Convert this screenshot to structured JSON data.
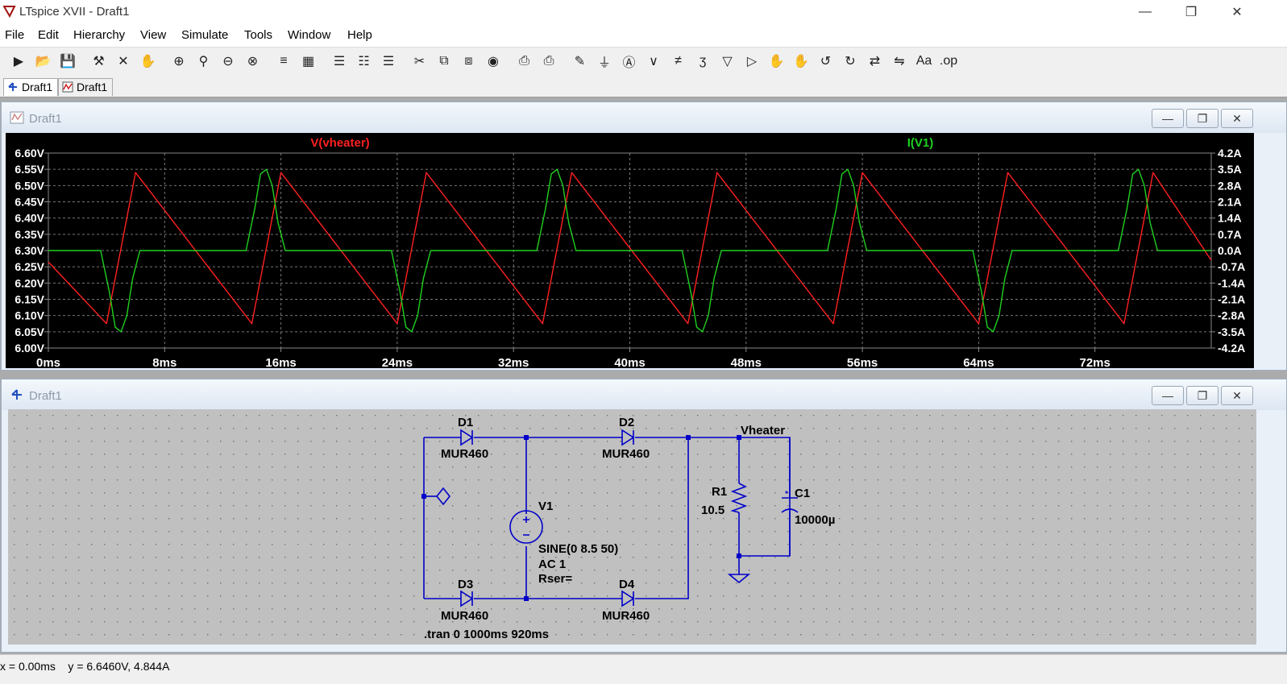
{
  "window": {
    "title": "LTspice XVII - Draft1",
    "minimize": "—",
    "restore": "❐",
    "close": "✕"
  },
  "menu": [
    "File",
    "Edit",
    "Hierarchy",
    "View",
    "Simulate",
    "Tools",
    "Window",
    "Help"
  ],
  "toolbar_icons": [
    "run-icon",
    "open-icon",
    "save-icon",
    "control-panel-icon",
    "halt-icon",
    "pan-icon",
    "zoom-in-icon",
    "zoom-area-icon",
    "zoom-out-icon",
    "zoom-cancel-icon",
    "autorange-icon",
    "grid-icon",
    "tile-horizontal-icon",
    "cascade-icon",
    "tile-vertical-icon",
    "cut-icon",
    "copy-icon",
    "paste-icon",
    "find-icon",
    "print-preview-icon",
    "print-icon",
    "wire-icon",
    "ground-icon",
    "label-net-icon",
    "resistor-icon",
    "capacitor-icon",
    "inductor-icon",
    "diode-icon",
    "component-icon",
    "move-icon",
    "drag-icon",
    "undo-icon",
    "redo-icon",
    "rotate-icon",
    "mirror-icon",
    "text-icon",
    "spice-directive-icon"
  ],
  "tabs": [
    {
      "label": "Draft1",
      "icon": "schematic-icon"
    },
    {
      "label": "Draft1",
      "icon": "waveform-icon"
    }
  ],
  "plot_window": {
    "title": "Draft1"
  },
  "schematic_window": {
    "title": "Draft1"
  },
  "chart_data": {
    "type": "line",
    "xlim": [
      0,
      80
    ],
    "x_unit": "ms",
    "x_ticks": [
      "0ms",
      "8ms",
      "16ms",
      "24ms",
      "32ms",
      "40ms",
      "48ms",
      "56ms",
      "64ms",
      "72ms"
    ],
    "left_axis": {
      "ylim": [
        6.0,
        6.6
      ],
      "ticks": [
        "6.60V",
        "6.55V",
        "6.50V",
        "6.45V",
        "6.40V",
        "6.35V",
        "6.30V",
        "6.25V",
        "6.20V",
        "6.15V",
        "6.10V",
        "6.05V",
        "6.00V"
      ]
    },
    "right_axis": {
      "ylim": [
        -4.2,
        4.2
      ],
      "ticks": [
        "4.2A",
        "3.5A",
        "2.8A",
        "2.1A",
        "1.4A",
        "0.7A",
        "0.0A",
        "-0.7A",
        "-1.4A",
        "-2.1A",
        "-2.8A",
        "-3.5A",
        "-4.2A"
      ]
    },
    "grid": true,
    "series": [
      {
        "name": "V(vheater)",
        "color": "#ff2020",
        "axis": "left",
        "x": [
          0,
          4.0,
          6.0,
          14.0,
          16.0,
          24.0,
          26.0,
          34.0,
          36.0,
          44.0,
          46.0,
          54.0,
          56.0,
          64.0,
          66.0,
          74.0,
          76.0,
          80.0
        ],
        "y": [
          6.265,
          6.075,
          6.54,
          6.075,
          6.54,
          6.075,
          6.54,
          6.075,
          6.54,
          6.075,
          6.54,
          6.075,
          6.54,
          6.075,
          6.54,
          6.075,
          6.54,
          6.27
        ]
      },
      {
        "name": "I(V1)",
        "color": "#20d020",
        "axis": "right",
        "x": [
          0,
          3.6,
          4.2,
          4.6,
          5.0,
          5.4,
          5.8,
          6.3,
          13.6,
          14.2,
          14.6,
          15.0,
          15.4,
          15.8,
          16.3,
          23.6,
          24.2,
          24.6,
          25.0,
          25.4,
          25.8,
          26.3,
          33.6,
          34.2,
          34.6,
          35.0,
          35.4,
          35.8,
          36.3,
          43.6,
          44.2,
          44.6,
          45.0,
          45.4,
          45.8,
          46.3,
          53.6,
          54.2,
          54.6,
          55.0,
          55.4,
          55.8,
          56.3,
          63.6,
          64.2,
          64.6,
          65.0,
          65.4,
          65.8,
          66.3,
          73.6,
          74.2,
          74.6,
          75.0,
          75.4,
          75.8,
          76.3,
          80.0
        ],
        "y": [
          0,
          0,
          -1.8,
          -3.3,
          -3.5,
          -2.8,
          -1.2,
          0,
          0,
          1.8,
          3.3,
          3.5,
          2.8,
          1.2,
          0,
          0,
          -1.8,
          -3.3,
          -3.5,
          -2.8,
          -1.2,
          0,
          0,
          1.8,
          3.3,
          3.5,
          2.8,
          1.2,
          0,
          0,
          -1.8,
          -3.3,
          -3.5,
          -2.8,
          -1.2,
          0,
          0,
          1.8,
          3.3,
          3.5,
          2.8,
          1.2,
          0,
          0,
          -1.8,
          -3.3,
          -3.5,
          -2.8,
          -1.2,
          0,
          0,
          1.8,
          3.3,
          3.5,
          2.8,
          1.2,
          0,
          0
        ]
      }
    ]
  },
  "schematic": {
    "D1": {
      "name": "D1",
      "model": "MUR460"
    },
    "D2": {
      "name": "D2",
      "model": "MUR460"
    },
    "D3": {
      "name": "D3",
      "model": "MUR460"
    },
    "D4": {
      "name": "D4",
      "model": "MUR460"
    },
    "V1": {
      "name": "V1",
      "line1": "SINE(0 8.5 50)",
      "line2": "AC 1",
      "line3": "Rser="
    },
    "R1": {
      "name": "R1",
      "value": "10.5"
    },
    "C1": {
      "name": "C1",
      "value": "10000µ"
    },
    "net_label": "Vheater",
    "directive": ".tran 0 1000ms 920ms"
  },
  "status": {
    "text": "x = 0.00ms    y = 6.6460V, 4.844A"
  }
}
